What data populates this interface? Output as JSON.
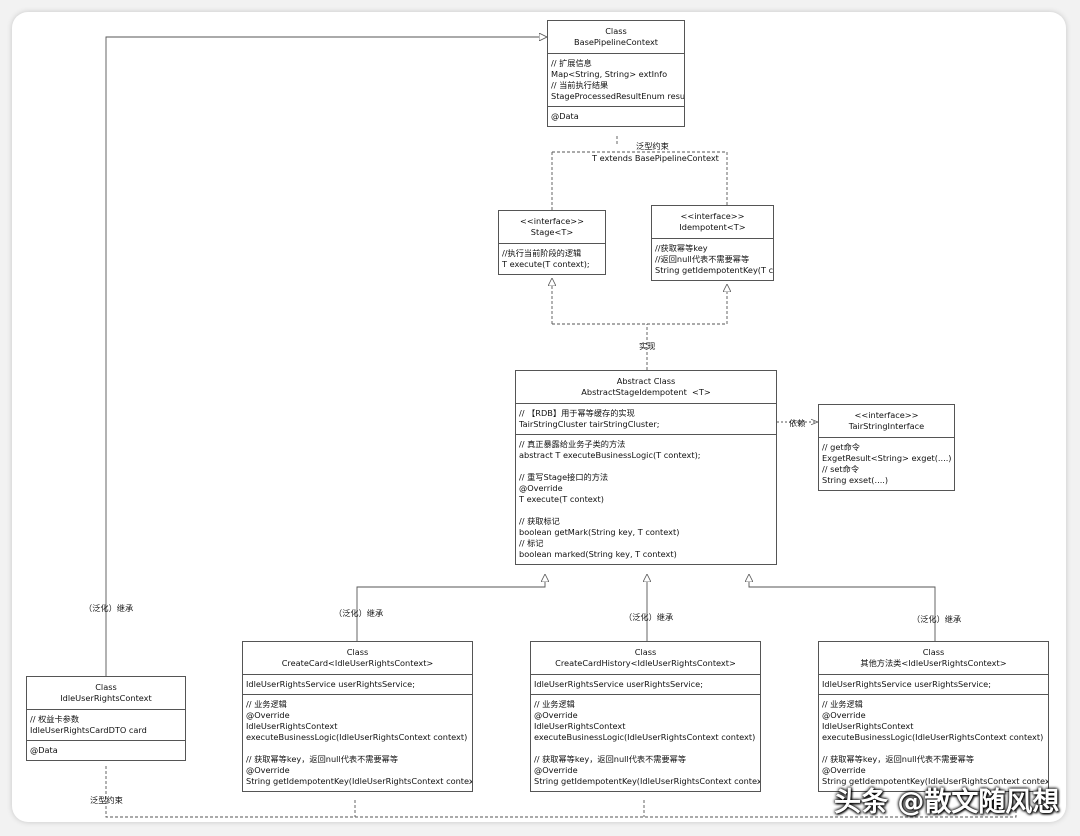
{
  "boxes": {
    "base_context": {
      "header": [
        "Class",
        "BasePipelineContext"
      ],
      "sections": [
        [
          "// 扩展信息",
          "Map<String, String> extInfo",
          "// 当前执行结果",
          "StageProcessedResultEnum result"
        ],
        [
          "@Data"
        ]
      ]
    },
    "stage": {
      "header": [
        "<<interface>>",
        "Stage<T>"
      ],
      "sections": [
        [
          "//执行当前阶段的逻辑",
          "T execute(T context);"
        ]
      ]
    },
    "idempotent": {
      "header": [
        "<<interface>>",
        "Idempotent<T>"
      ],
      "sections": [
        [
          "//获取幂等key",
          "//返回null代表不需要幂等",
          "String getIdempotentKey(T context);"
        ]
      ]
    },
    "abstract_stage": {
      "header": [
        "Abstract Class",
        "AbstractStageIdempotent  <T>"
      ],
      "sections": [
        [
          "// 【RDB】用于幂等缓存的实现",
          "TairStringCluster tairStringCluster;"
        ],
        [
          "// 真正暴露给业务子类的方法",
          "abstract T executeBusinessLogic(T context);",
          "",
          "// 重写Stage接口的方法",
          "@Override",
          "T execute(T context)",
          "",
          "// 获取标记",
          "boolean getMark(String key, T context)",
          "// 标记",
          "boolean marked(String key, T context)"
        ]
      ]
    },
    "tair_string": {
      "header": [
        "<<interface>>",
        "TairStringInterface"
      ],
      "sections": [
        [
          "// get命令",
          "ExgetResult<String> exget(....)",
          "// set命令",
          "String exset(....)"
        ]
      ]
    },
    "idle_context": {
      "header": [
        "Class",
        "IdleUserRightsContext"
      ],
      "sections": [
        [
          "// 权益卡参数",
          "IdleUserRightsCardDTO card"
        ],
        [
          "@Data"
        ]
      ]
    },
    "create_card": {
      "header": [
        "Class",
        "CreateCard<IdleUserRightsContext>"
      ],
      "sections": [
        [
          "IdleUserRightsService userRightsService;"
        ],
        [
          "// 业务逻辑",
          "@Override",
          "IdleUserRightsContext",
          "executeBusinessLogic(IdleUserRightsContext context)",
          "",
          "// 获取幂等key，返回null代表不需要幂等",
          "@Override",
          "String getIdempotentKey(IdleUserRightsContext context)"
        ]
      ]
    },
    "create_card_history": {
      "header": [
        "Class",
        "CreateCardHistory<IdleUserRightsContext>"
      ],
      "sections": [
        [
          "IdleUserRightsService userRightsService;"
        ],
        [
          "// 业务逻辑",
          "@Override",
          "IdleUserRightsContext",
          "executeBusinessLogic(IdleUserRightsContext context)",
          "",
          "// 获取幂等key，返回null代表不需要幂等",
          "@Override",
          "String getIdempotentKey(IdleUserRightsContext context)"
        ]
      ]
    },
    "other_methods": {
      "header": [
        "Class",
        "其他方法类<IdleUserRightsContext>"
      ],
      "sections": [
        [
          "IdleUserRightsService userRightsService;"
        ],
        [
          "// 业务逻辑",
          "@Override",
          "IdleUserRightsContext",
          "executeBusinessLogic(IdleUserRightsContext context)",
          "",
          "// 获取幂等key，返回null代表不需要幂等",
          "@Override",
          "String getIdempotentKey(IdleUserRightsContext context)"
        ]
      ]
    }
  },
  "labels": {
    "generic_constraint_top": "泛型约束",
    "generic_constraint_expr": "T extends BasePipelineContext",
    "implements": "实现",
    "depends": "依赖",
    "inherit_left": "（泛化）继承",
    "inherit_1": "（泛化）继承",
    "inherit_2": "（泛化）继承",
    "inherit_3": "（泛化）继承",
    "generic_constraint_bottom": "泛型约束"
  },
  "watermark": "头条 @散文随风想",
  "colors": {
    "line": "#555555",
    "border": "#555555",
    "background": "#ffffff"
  }
}
